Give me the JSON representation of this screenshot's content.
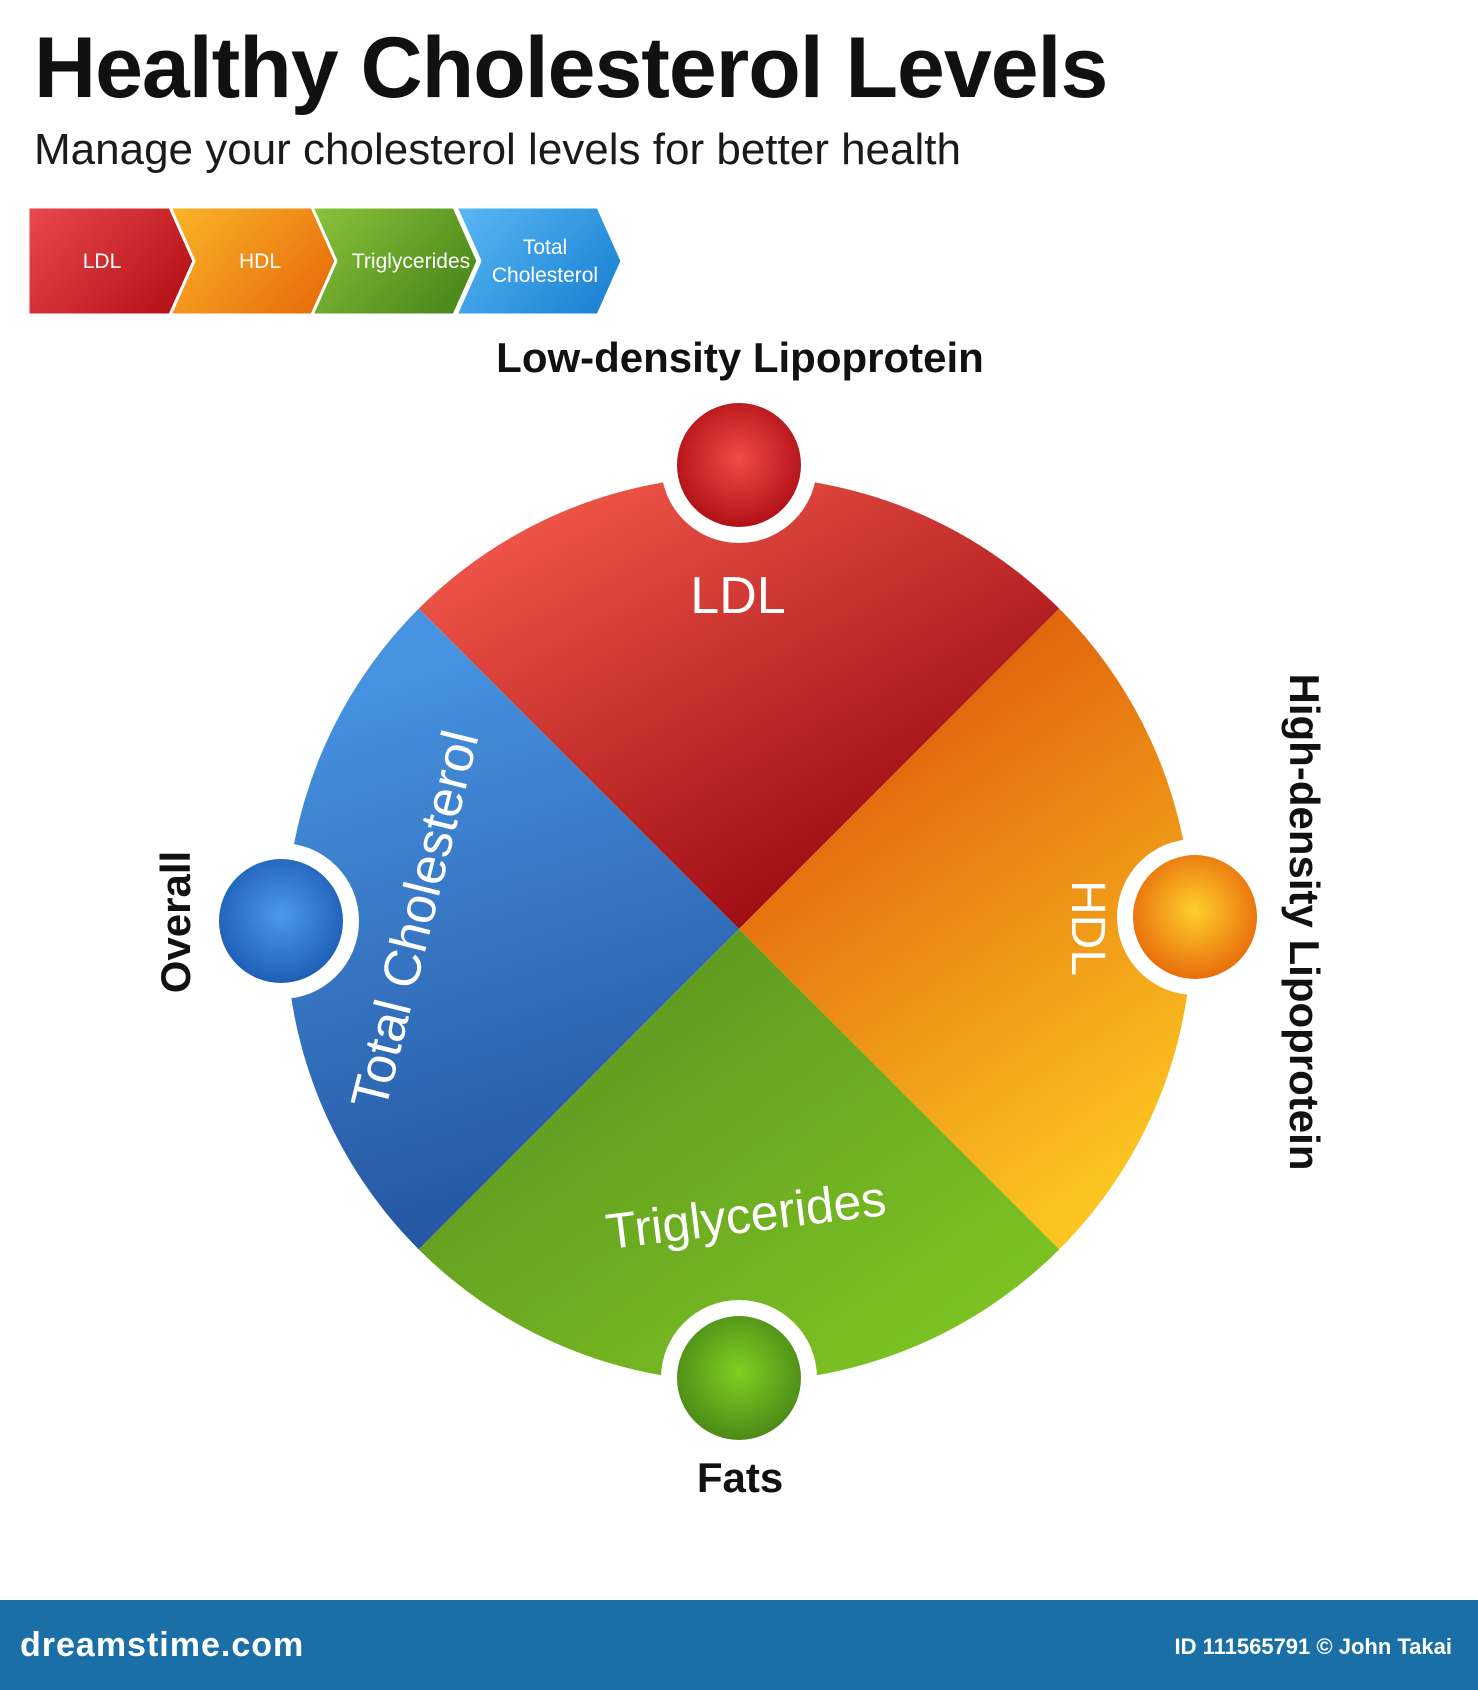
{
  "header": {
    "title": "Healthy Cholesterol Levels",
    "subtitle": "Manage your cholesterol levels for better health"
  },
  "steps": [
    {
      "label_lines": [
        "LDL"
      ],
      "color_dark": "#b8151a",
      "color_light": "#ea4a4c"
    },
    {
      "label_lines": [
        "HDL"
      ],
      "color_dark": "#e8720c",
      "color_light": "#fbb52a"
    },
    {
      "label_lines": [
        "Triglycerides"
      ],
      "color_dark": "#4e8a1c",
      "color_light": "#8ac43a"
    },
    {
      "label_lines": [
        "Total",
        "Cholesterol"
      ],
      "color_dark": "#1f86d6",
      "color_light": "#5ab8f4"
    }
  ],
  "wheel": {
    "segments": [
      {
        "name": "ldl",
        "label": "LDL",
        "color_a": "#ef5548",
        "color_b": "#9c0b12"
      },
      {
        "name": "hdl",
        "label": "HDL",
        "color_a": "#e0600c",
        "color_b": "#fbc420"
      },
      {
        "name": "triglycerides",
        "label": "Triglycerides",
        "color_a": "#5a9220",
        "color_b": "#7ec422"
      },
      {
        "name": "total-cholesterol",
        "label": "Total Cholesterol",
        "color_a": "#4793e2",
        "color_b": "#2455a0"
      }
    ],
    "nodes": [
      {
        "name": "ldl",
        "caption": "Low-density Lipoprotein",
        "color_center": "#f24b48",
        "color_edge": "#b11117"
      },
      {
        "name": "hdl",
        "caption": "High-density Lipoprotein",
        "color_center": "#ffcf2e",
        "color_edge": "#e86d0a"
      },
      {
        "name": "triglycerides",
        "caption": "Fats",
        "color_center": "#7dd021",
        "color_edge": "#4c8b18"
      },
      {
        "name": "total-cholesterol",
        "caption": "Overall",
        "color_center": "#4d98ee",
        "color_edge": "#1e5fb6"
      }
    ]
  },
  "footer": {
    "logo": "dreamstime.com",
    "credit": "ID 111565791 © John Takai"
  }
}
